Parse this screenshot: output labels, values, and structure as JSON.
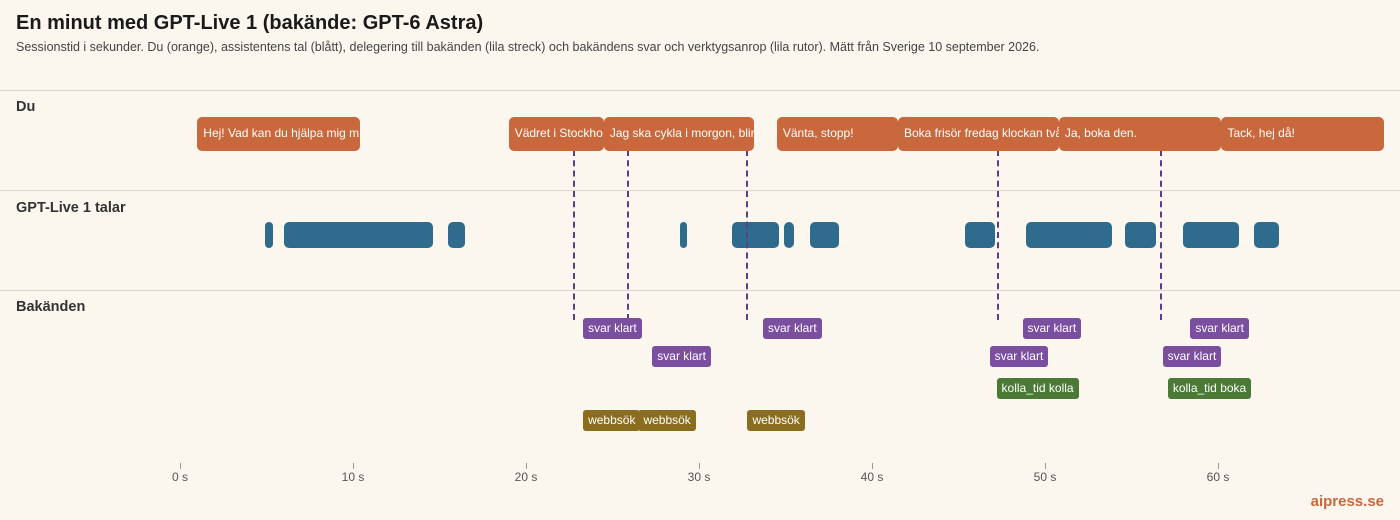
{
  "title": "En minut med GPT-Live 1 (bakände: GPT-6 Astra)",
  "subtitle": "Sessionstid i sekunder. Du (orange), assistentens tal (blått), delegering till bakänden (lila streck) och bakändens svar och verktygsanrop (lila rutor). Mätt från Sverige 10 september 2026.",
  "brand": "aipress.se",
  "lanes": {
    "user": "Du",
    "assistant": "GPT-Live 1 talar",
    "backend": "Bakänden"
  },
  "colors": {
    "user": "#c8683c",
    "assistant": "#2f6b8c",
    "delegation": "#5a3e8a",
    "reply": "#7b4fa0",
    "websearch": "#8a6d1e",
    "tool": "#4a7a36",
    "background": "#fbf7ef"
  },
  "chart_data": {
    "type": "timeline",
    "xlabel": "",
    "unit": "s",
    "xlim": [
      0,
      70
    ],
    "xticks": [
      "0 s",
      "10 s",
      "20 s",
      "30 s",
      "40 s",
      "50 s",
      "60 s"
    ],
    "user_utterances": [
      {
        "start": 1.0,
        "end": 10.4,
        "text": "Hej! Vad kan du hjälpa mig m"
      },
      {
        "start": 19.0,
        "end": 24.5,
        "text": "Vädret i Stockho"
      },
      {
        "start": 24.5,
        "end": 33.2,
        "text": "Jag ska cykla i morgon, blir de"
      },
      {
        "start": 34.5,
        "end": 41.5,
        "text": "Vänta, stopp!"
      },
      {
        "start": 41.5,
        "end": 50.8,
        "text": "Boka frisör fredag klockan två"
      },
      {
        "start": 50.8,
        "end": 60.2,
        "text": "Ja, boka den."
      },
      {
        "start": 60.2,
        "end": 69.6,
        "text": "Tack, hej då!"
      }
    ],
    "assistant_speech": [
      [
        4.9,
        5.4
      ],
      [
        6.0,
        14.6
      ],
      [
        15.5,
        16.5
      ],
      [
        28.9,
        29.3
      ],
      [
        31.9,
        34.6
      ],
      [
        34.9,
        35.5
      ],
      [
        36.4,
        38.1
      ],
      [
        45.4,
        47.1
      ],
      [
        48.9,
        53.9
      ],
      [
        54.6,
        56.4
      ],
      [
        58.0,
        61.2
      ],
      [
        62.1,
        63.5
      ]
    ],
    "delegations": [
      22.8,
      25.9,
      32.8,
      47.3,
      56.7
    ],
    "backend_events": [
      {
        "x": 23.3,
        "row": 1,
        "kind": "reply",
        "label": "svar klart"
      },
      {
        "x": 33.7,
        "row": 1,
        "kind": "reply",
        "label": "svar klart"
      },
      {
        "x": 48.7,
        "row": 1,
        "kind": "reply",
        "label": "svar klart"
      },
      {
        "x": 58.4,
        "row": 1,
        "kind": "reply",
        "label": "svar klart"
      },
      {
        "x": 27.3,
        "row": 2,
        "kind": "reply",
        "label": "svar klart"
      },
      {
        "x": 46.8,
        "row": 2,
        "kind": "reply",
        "label": "svar klart"
      },
      {
        "x": 56.8,
        "row": 2,
        "kind": "reply",
        "label": "svar klart"
      },
      {
        "x": 47.2,
        "row": 3,
        "kind": "tool",
        "label": "kolla_tid kolla"
      },
      {
        "x": 57.1,
        "row": 3,
        "kind": "tool",
        "label": "kolla_tid boka"
      },
      {
        "x": 23.3,
        "row": 4,
        "kind": "websearch",
        "label": "webbsök"
      },
      {
        "x": 26.5,
        "row": 4,
        "kind": "websearch",
        "label": "webbsök"
      },
      {
        "x": 32.8,
        "row": 4,
        "kind": "websearch",
        "label": "webbsök"
      }
    ]
  }
}
